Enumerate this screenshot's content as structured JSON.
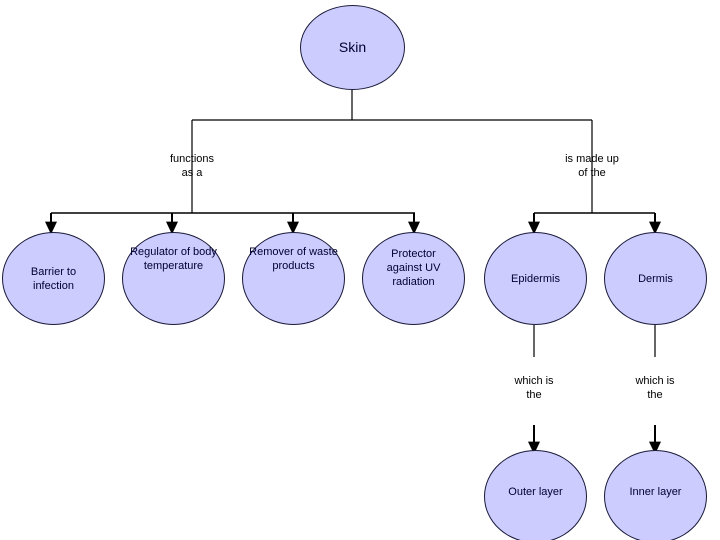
{
  "diagram": {
    "title_node": {
      "label": "Skin"
    },
    "nodes": [
      {
        "id": "skin",
        "label": "Skin"
      },
      {
        "id": "barrier",
        "label": "Barrier to\ninfection"
      },
      {
        "id": "regulator",
        "label": "Regulator of body\ntemperature"
      },
      {
        "id": "remover",
        "label": "Remover of waste\nproducts"
      },
      {
        "id": "protector",
        "label": "Protector\nagainst UV\nradiation"
      },
      {
        "id": "epidermis",
        "label": "Epidermis"
      },
      {
        "id": "dermis",
        "label": "Dermis"
      },
      {
        "id": "outer_layer",
        "label": "Outer layer"
      },
      {
        "id": "inner_layer",
        "label": "Inner layer"
      }
    ],
    "edge_labels": [
      {
        "id": "functions_as_a",
        "label": "functions\nas a"
      },
      {
        "id": "is_made_up_of_the",
        "label": "is made up\nof the"
      },
      {
        "id": "which_is_the_left",
        "label": "which is\nthe"
      },
      {
        "id": "which_is_the_right",
        "label": "which is\nthe"
      }
    ],
    "colors": {
      "node_fill": "#ccccff",
      "node_stroke": "#1a1a3a",
      "edge_stroke": "#000000",
      "background": "#ffffff",
      "text": "#000033"
    }
  }
}
